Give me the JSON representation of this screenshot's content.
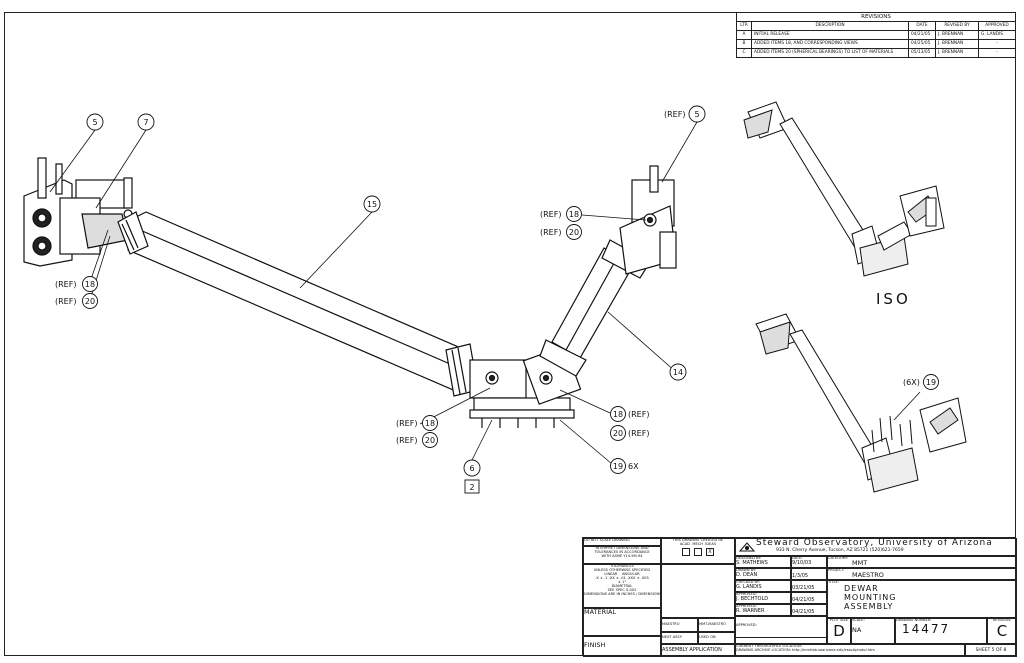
{
  "revisions": {
    "title": "REVISIONS",
    "headers": [
      "LTR",
      "DESCRIPTION",
      "DATE",
      "REVISED BY",
      "APPROVED"
    ],
    "rows": [
      [
        "A",
        "INITIAL RELEASE",
        "04/21/05",
        "J. BRENNAN",
        "G. LANDIS"
      ],
      [
        "B",
        "ADDED ITEMS 18, AND CORRESPONDING VIEWS",
        "04/25/05",
        "J. BRENNAN",
        "-"
      ],
      [
        "C",
        "ADDED ITEMS 20 (SPHERICAL BEARINGS) TO LIST OF MATERIALS",
        "05/13/05",
        "J. BRENNAN",
        "-"
      ]
    ]
  },
  "callouts": {
    "c5a": "5",
    "c7": "7",
    "c15": "15",
    "c5b": "5",
    "c14": "14",
    "c6": "6",
    "c2": "2",
    "c18a": "18",
    "c20a": "20",
    "c18b": "18",
    "c20b": "20",
    "c18c": "18",
    "c20c": "20",
    "c18d": "18",
    "c20d": "20",
    "c19a": "19",
    "c19b": "19",
    "ref": "(REF)",
    "six_x": "6X",
    "six_x_paren": "(6X)",
    "iso": "ISO"
  },
  "title_block": {
    "notes": "DO NOT SCALE DRAWING",
    "interpret": [
      "INTERPRET DIMENSIONS AND",
      "TOLERANCES IN ACCORDANCE",
      "WITH ASME Y14.5M-94"
    ],
    "tolerances": "TOLERANCES",
    "tol_unless": "UNLESS OTHERWISE SPECIFIED",
    "linear": "LINEAR",
    "angular": "ANGULAR",
    "tol_values": ".X  ± .1   .XX ± .01   .XXX ± .005",
    "angular_value": "± 1°",
    "diametral": "DIAMETRAL",
    "diametral_see": "SEE SPEC S-002",
    "dims_note": "DIMENSIONS ARE IN INCHES / DIMENSIONS ARE IN INCHES",
    "material": "MATERIAL",
    "finish": "FINISH",
    "created_in": "THIS DRAWING CREATED IN:",
    "cad": [
      "ACAD",
      "MECH",
      "IDEAS"
    ],
    "cad_checked": "X",
    "project_a": "MAESTRO",
    "project_b": "MMT-MAESTRO",
    "next_assy": "NEXT ASSY",
    "used_on": "USED ON",
    "assembly_app": "ASSEMBLY APPLICATION",
    "org": "Steward Observatory, University of Arizona",
    "address": "933 N. Cherry Avenue, Tucson, AZ 85721   (520)621-7659",
    "designed_by_label": "DESIGNED BY:",
    "designed_by": "S. MATHEWS",
    "date_label": "DATE:",
    "designed_date": "9/10/03",
    "drawn_by_label": "DRAWN BY:",
    "drawn_by": "D. DEAN",
    "drawn_date": "1/3/05",
    "checked_by_label": "CHECKED BY:",
    "checked_by": "G. LANDIS",
    "checked_date": "03/21/05",
    "approved_label": "APPROVED:",
    "approved1": "J. BECHTOLD",
    "approved1_date": "04/21/05",
    "approved2": "R. WARNER",
    "approved2_date": "04/21/05",
    "approved3_label": "APPROVED:",
    "category_label": "CATEGORY:",
    "category": "MMT",
    "project_label": "PROJECT:",
    "project": "MAESTRO",
    "title_label": "TITLE:",
    "title_lines": [
      "DEWAR",
      "MOUNTING",
      "ASSEMBLY"
    ],
    "plot_size_label": "PLOT SIZE",
    "plot_size": "D",
    "scale_label": "SCALE:",
    "scale": "NA",
    "drawing_number_label": "DRAWING NUMBER:",
    "drawing_number": "14477",
    "revision_label": "REVISION:",
    "revision": "C",
    "current_loc": "CURRENT THROUGH/FILE LOCATION:",
    "archive_loc": "DRAWING ARCHIVE LOCATION: http://mmtlab.soarizona.edu/esocAphotol.htm",
    "sheet": "SHEET 5 OF 8"
  }
}
